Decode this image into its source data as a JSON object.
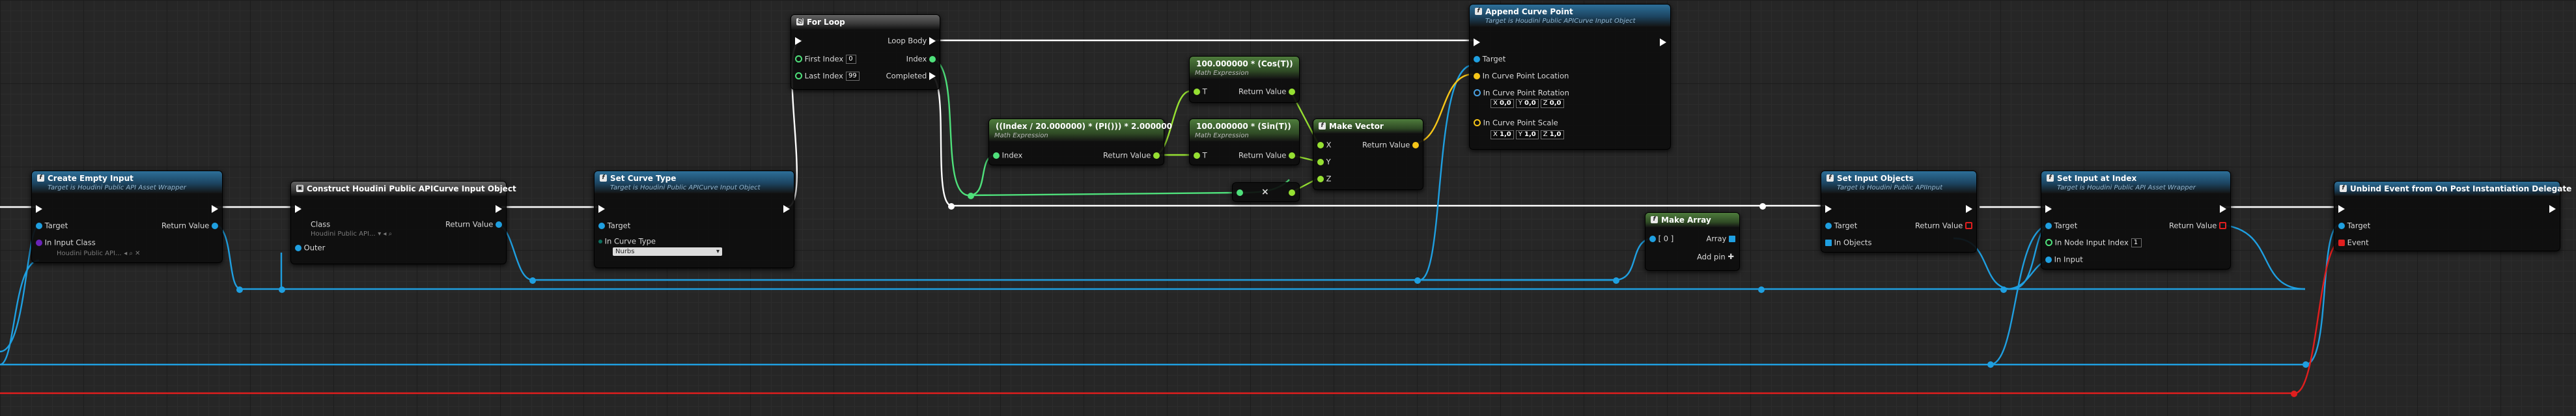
{
  "colors": {
    "background": "#262626",
    "exec_wire": "#ffffff",
    "object_wire": "#1f9fe0",
    "int_wire": "#4fe07b",
    "float_wire": "#96e032",
    "vector_wire": "#f5c518",
    "delegate_wire": "#e01e1e"
  },
  "nodes": {
    "create_empty_input": {
      "title": "Create Empty Input",
      "subtitle": "Target is Houdini Public API Asset Wrapper",
      "target": "Target",
      "return_value": "Return Value",
      "in_input_class": "In Input Class",
      "in_input_class_value": "Houdini Public API..."
    },
    "construct_curve_input": {
      "title": "Construct Houdini Public APICurve Input Object",
      "class": "Class",
      "class_value": "Houdini Public API...",
      "return_value": "Return Value",
      "outer": "Outer"
    },
    "set_curve_type": {
      "title": "Set Curve Type",
      "subtitle": "Target is Houdini Public APICurve Input Object",
      "target": "Target",
      "in_curve_type": "In Curve Type",
      "in_curve_type_value": "Nurbs"
    },
    "for_loop": {
      "title": "For Loop",
      "loop_body": "Loop Body",
      "first_index": "First Index",
      "first_index_value": "0",
      "index": "Index",
      "last_index": "Last Index",
      "last_index_value": "99",
      "completed": "Completed"
    },
    "math_angle": {
      "title": "((Index / 20.000000) * (PI())) * 2.000000",
      "subtitle": "Math Expression",
      "index": "Index",
      "return_value": "Return Value"
    },
    "math_cos": {
      "title": "100.000000 * (Cos(T))",
      "subtitle": "Math Expression",
      "t": "T",
      "return_value": "Return Value"
    },
    "math_sin": {
      "title": "100.000000 * (Sin(T))",
      "subtitle": "Math Expression",
      "t": "T",
      "return_value": "Return Value"
    },
    "multiply": {
      "symbol": "×"
    },
    "make_vector": {
      "title": "Make Vector",
      "x": "X",
      "y": "Y",
      "z": "Z",
      "return_value": "Return Value"
    },
    "append_curve_point": {
      "title": "Append Curve Point",
      "subtitle": "Target is Houdini Public APICurve Input Object",
      "target": "Target",
      "location": "In Curve Point Location",
      "rotation": "In Curve Point Rotation",
      "rotation_values": [
        "0,0",
        "0,0",
        "0,0"
      ],
      "scale": "In Curve Point Scale",
      "scale_values": [
        "1,0",
        "1,0",
        "1,0"
      ]
    },
    "make_array": {
      "title": "Make Array",
      "item0": "[ 0 ]",
      "array": "Array",
      "add_pin": "Add pin"
    },
    "set_input_objects": {
      "title": "Set Input Objects",
      "subtitle": "Target is Houdini Public APIInput",
      "target": "Target",
      "return_value": "Return Value",
      "in_objects": "In Objects"
    },
    "set_input_at_index": {
      "title": "Set Input at Index",
      "subtitle": "Target is Houdini Public API Asset Wrapper",
      "target": "Target",
      "return_value": "Return Value",
      "node_input_index": "In Node Input Index",
      "node_input_index_value": "1",
      "in_input": "In Input"
    },
    "unbind_event": {
      "title": "Unbind Event from On Post Instantiation Delegate",
      "target": "Target",
      "event": "Event"
    }
  }
}
